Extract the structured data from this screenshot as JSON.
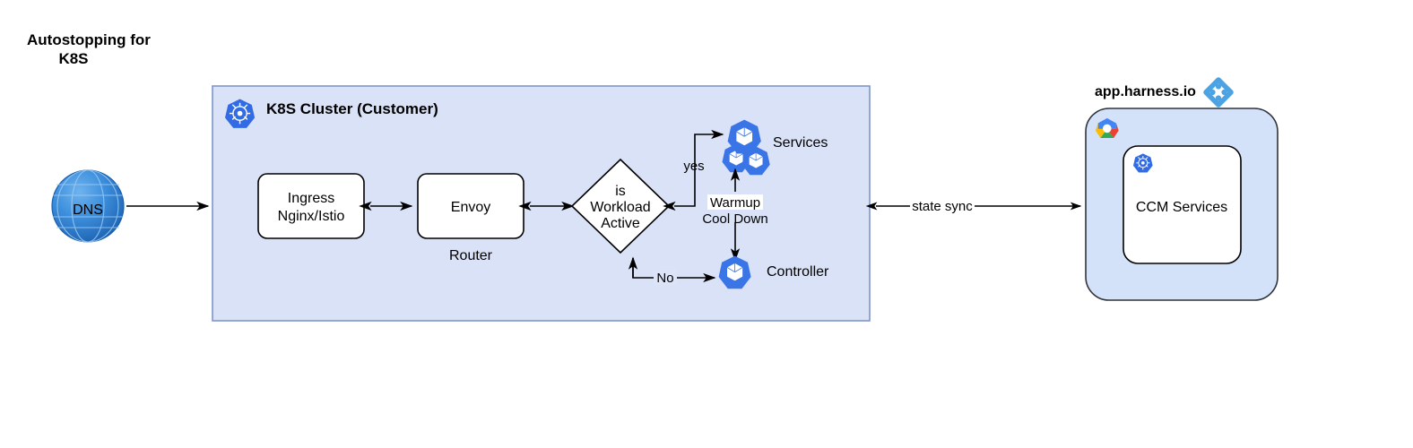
{
  "page": {
    "title": "Autostopping for K8S",
    "title_line1": "Autostopping for",
    "title_line2": "K8S",
    "background": "#ffffff"
  },
  "colors": {
    "cluster_fill": "#dae2f7",
    "cluster_border": "#7f95c9",
    "harness_fill": "#d4e2f9",
    "harness_border": "#30343b",
    "k8s_blue": "#326ce5",
    "edge_black": "#000000",
    "dns_blue": "#2f7fd0"
  },
  "dns": {
    "label": "DNS",
    "icon": "globe-icon"
  },
  "cluster": {
    "title": "K8S Cluster (Customer)",
    "icon": "kubernetes-icon",
    "nodes": [
      {
        "id": "ingress",
        "line1": "Ingress",
        "line2": "Nginx/Istio"
      },
      {
        "id": "envoy",
        "label": "Envoy",
        "sublabel": "Router"
      },
      {
        "id": "decision",
        "line1": "is",
        "line2": "Workload",
        "line3": "Active"
      }
    ],
    "services": {
      "label": "Services",
      "icon": "kubernetes-pod-icon"
    },
    "controller": {
      "label": "Controller",
      "icon": "kubernetes-pod-icon"
    },
    "edge_labels": {
      "yes": "yes",
      "no": "No",
      "warmup": "Warmup",
      "cooldown": "Cool Down"
    }
  },
  "state_sync": {
    "label": "state sync"
  },
  "harness": {
    "title": "app.harness.io",
    "logo_icon": "harness-logo-icon",
    "cloud_icon": "google-cloud-icon",
    "inner": {
      "label": "CCM Services",
      "icon": "kubernetes-icon"
    }
  }
}
